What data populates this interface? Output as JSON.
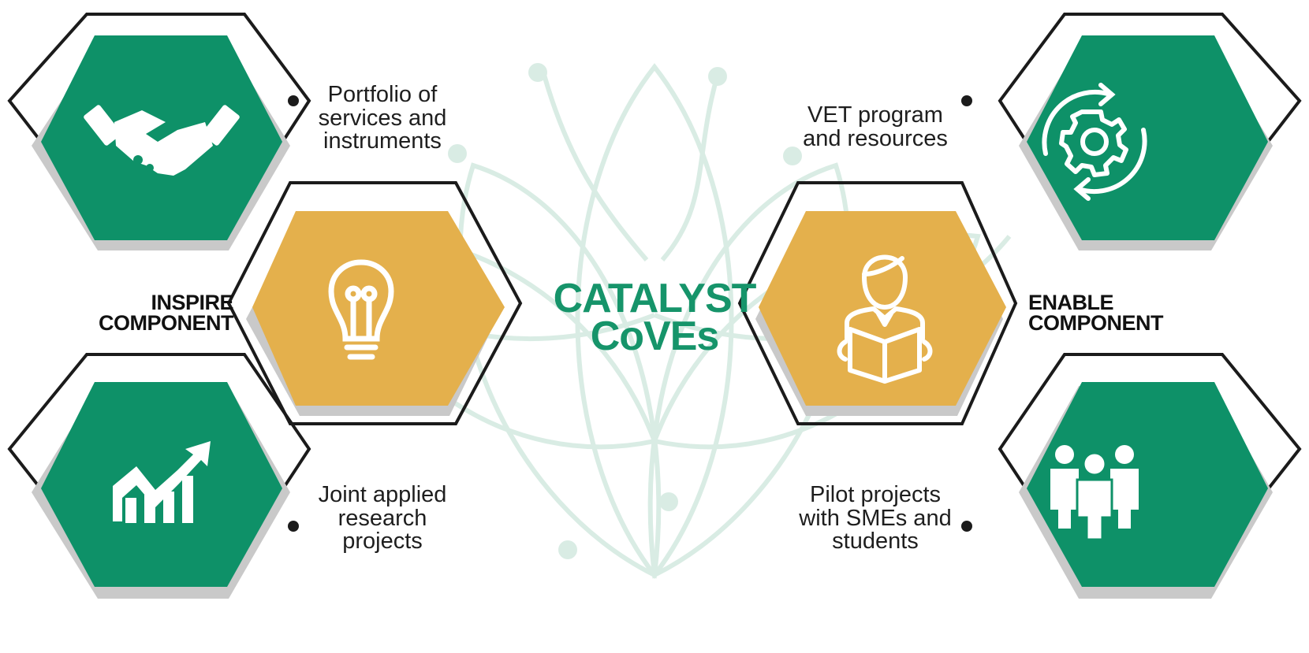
{
  "colors": {
    "green": "#0e9168",
    "gold": "#e4b04c",
    "outline": "#1b1b1b",
    "shadow": "#c9c9c9",
    "title": "#16946a",
    "watermark": "#d8ebe3"
  },
  "title": "CATALYST\nCoVEs",
  "components": {
    "inspire": {
      "label": "INSPIRE\nCOMPONENT",
      "center_icon": "lightbulb-icon",
      "items": [
        {
          "label": "Portfolio of\nservices and\ninstruments",
          "icon": "handshake-icon"
        },
        {
          "label": "Joint applied\nresearch\nprojects",
          "icon": "growth-chart-icon"
        }
      ]
    },
    "enable": {
      "label": "ENABLE\nCOMPONENT",
      "center_icon": "reader-person-icon",
      "items": [
        {
          "label": "VET program\nand resources",
          "icon": "gear-cycle-icon"
        },
        {
          "label": "Pilot projects\nwith SMEs and\nstudents",
          "icon": "team-icon"
        }
      ]
    }
  }
}
